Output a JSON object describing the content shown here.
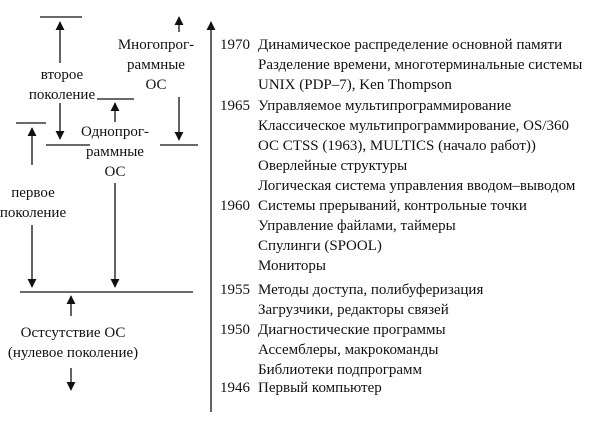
{
  "labels": {
    "second_gen": [
      "второе",
      "поколение"
    ],
    "first_gen": [
      "первое",
      "поколение"
    ],
    "single_prog": [
      "Однопрог-",
      "раммные",
      "ОС"
    ],
    "multi_prog": [
      "Многопрог-",
      "раммные",
      "ОС"
    ],
    "no_os": [
      "Остсутствие ОС",
      "(нулевое поколение)"
    ]
  },
  "timeline": [
    {
      "year": "1970",
      "items": [
        "Динамическое распределение основной памяти",
        "Разделение времени, многотерминальные системы",
        "UNIX (PDP–7), Ken Thompson"
      ]
    },
    {
      "year": "1965",
      "items": [
        "Управляемое мультипрограммирование",
        "Классическое мультипрограммирование, OS/360",
        "ОС CTSS (1963), MULTICS (начало работ))",
        "Оверлейные структуры",
        "Логическая система управления вводом–выводом"
      ]
    },
    {
      "year": "1960",
      "items": [
        "Системы прерываний, контрольные точки",
        "Управление файлами, таймеры",
        "Спулинги (SPOOL)",
        "Мониторы"
      ]
    },
    {
      "year": "1955",
      "items": [
        "Методы доступа, полибуферизация",
        "Загрузчики, редакторы связей"
      ]
    },
    {
      "year": "1950",
      "items": [
        "Диагностические программы",
        "Ассемблеры, макрокоманды",
        "Библиотеки подпрограмм"
      ]
    },
    {
      "year": "1946",
      "items": [
        "Первый компьютер"
      ]
    }
  ]
}
